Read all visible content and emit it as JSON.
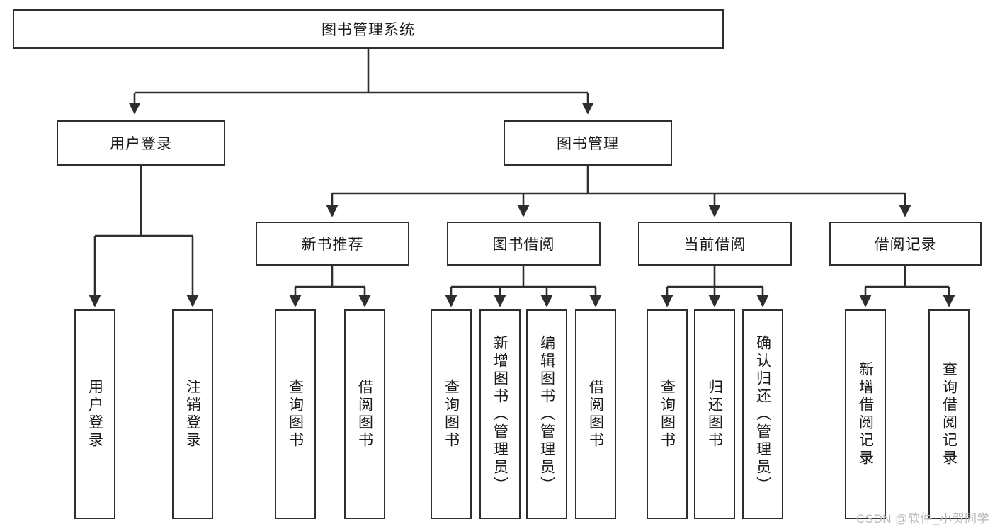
{
  "diagram": {
    "title": "图书管理系统",
    "type": "hierarchy-tree",
    "style": {
      "border_color": "#2e2e2e",
      "fill_color": "#ffffff",
      "text_color": "#1a1a1a",
      "background": "#ffffff",
      "watermark_color": "#b9b9b9"
    },
    "levels": {
      "root": {
        "label": "图书管理系统"
      },
      "level2": [
        {
          "label": "用户登录"
        },
        {
          "label": "图书管理"
        }
      ],
      "level3": [
        {
          "label": "新书推荐"
        },
        {
          "label": "图书借阅"
        },
        {
          "label": "当前借阅"
        },
        {
          "label": "借阅记录"
        }
      ],
      "leaves": [
        {
          "label": "用户登录",
          "parent": "用户登录"
        },
        {
          "label": "注销登录",
          "parent": "用户登录"
        },
        {
          "label": "查询图书",
          "parent": "新书推荐"
        },
        {
          "label": "借阅图书",
          "parent": "新书推荐"
        },
        {
          "label": "查询图书",
          "parent": "图书借阅"
        },
        {
          "label": "新增图书（管理员）",
          "parent": "图书借阅"
        },
        {
          "label": "编辑图书（管理员）",
          "parent": "图书借阅"
        },
        {
          "label": "借阅图书",
          "parent": "图书借阅"
        },
        {
          "label": "查询图书",
          "parent": "当前借阅"
        },
        {
          "label": "归还图书",
          "parent": "当前借阅"
        },
        {
          "label": "确认归还（管理员）",
          "parent": "当前借阅"
        },
        {
          "label": "新增借阅记录",
          "parent": "借阅记录"
        },
        {
          "label": "查询借阅记录",
          "parent": "借阅记录"
        }
      ]
    },
    "watermark": "CSDN @软件_小贺同学"
  }
}
